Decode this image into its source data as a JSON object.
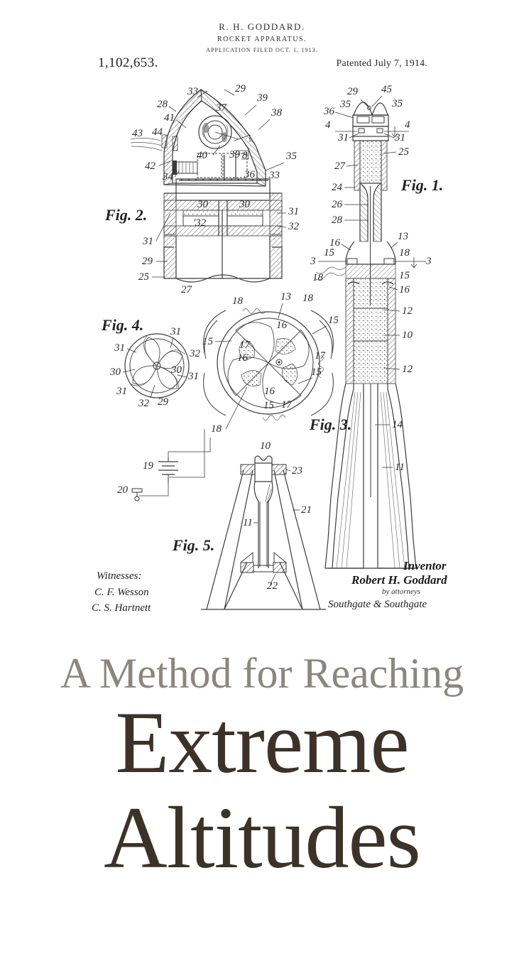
{
  "patent": {
    "inventor_header": "R. H. GODDARD.",
    "title_header": "ROCKET APPARATUS.",
    "application_line": "APPLICATION FILED OCT. 1, 1913.",
    "patent_number": "1,102,653.",
    "patent_date": "Patented July 7, 1914.",
    "ink_color": "#3a3a3a",
    "paper_color": "#ffffff",
    "figure_labels": {
      "fig1": "Fig. 1.",
      "fig2": "Fig. 2.",
      "fig3": "Fig. 3.",
      "fig4": "Fig. 4.",
      "fig5": "Fig. 5."
    },
    "signature_block": {
      "witnesses_label": "Witnesses:",
      "witness_1": "C. F. Wesson",
      "witness_2": "C. S. Hartnett",
      "inventor_label": "Inventor",
      "inventor_name": "Robert H. Goddard",
      "attorneys_label": "by attorneys",
      "attorneys_name": "Southgate & Southgate"
    },
    "reference_numerals": {
      "fig1": [
        "29",
        "45",
        "35",
        "35",
        "36",
        "4",
        "4",
        "31",
        "31",
        "25",
        "27",
        "24",
        "26",
        "28",
        "13",
        "16",
        "15",
        "3",
        "3",
        "18",
        "15",
        "16",
        "12",
        "10",
        "12",
        "14",
        "11"
      ],
      "fig2": [
        "33",
        "29",
        "39",
        "38",
        "37",
        "38",
        "41",
        "43",
        "44",
        "42",
        "40",
        "39",
        "8",
        "35",
        "34",
        "36",
        "33",
        "30",
        "30",
        "31",
        "32",
        "31",
        "32",
        "31",
        "29",
        "25",
        "27"
      ],
      "fig3": [
        "18",
        "13",
        "15",
        "16",
        "15",
        "17",
        "17",
        "16",
        "15",
        "16",
        "15",
        "17",
        "18"
      ],
      "fig4": [
        "31",
        "31",
        "32",
        "30",
        "30",
        "31",
        "31",
        "32",
        "29"
      ],
      "fig5": [
        "10",
        "23",
        "21",
        "11",
        "22",
        "19",
        "20",
        "18"
      ]
    }
  },
  "cover": {
    "line1": "A Method for Reaching",
    "line2": "Extreme",
    "line3": "Altitudes",
    "line1_color": "#8a877e",
    "line2_color": "#3c3227",
    "line3_color": "#3c3227"
  }
}
